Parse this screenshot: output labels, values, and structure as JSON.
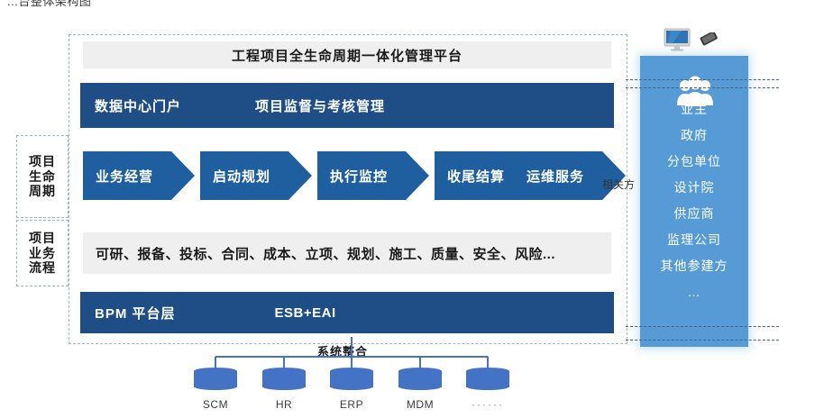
{
  "caption": "...台整体架构图",
  "platform": {
    "title": "工程项目全生命周期一体化管理平台",
    "portal_bar": {
      "left_label": "数据中心门户",
      "right_label": "项目监督与考核管理"
    },
    "side_labels": {
      "lifecycle": "项目生命周期",
      "process": "项目业务流程"
    },
    "lifecycle_stages": [
      {
        "label": "业务经营"
      },
      {
        "label": "启动规划"
      },
      {
        "label": "执行监控"
      },
      {
        "label": "收尾结算"
      },
      {
        "label": "运维服务"
      }
    ],
    "related_party_label": "相关方",
    "business_process": "可研、报备、投标、合同、成本、立项、规划、施工、质量、安全、风险...",
    "bpm_bar": {
      "left_label": "BPM  平台层",
      "right_label": "ESB+EAI"
    }
  },
  "stakeholders": {
    "icon": "people-icon",
    "devices": [
      "monitor-icon",
      "smartphone-icon"
    ],
    "items": [
      {
        "label": "业主"
      },
      {
        "label": "政府"
      },
      {
        "label": "分包单位"
      },
      {
        "label": "设计院"
      },
      {
        "label": "供应商"
      },
      {
        "label": "监理公司"
      },
      {
        "label": "其他参建方"
      },
      {
        "label": "…"
      }
    ]
  },
  "system_integration": {
    "label": "系统整合",
    "systems": [
      {
        "name": "SCM"
      },
      {
        "name": "HR"
      },
      {
        "name": "ERP"
      },
      {
        "name": "MDM"
      },
      {
        "name": "······"
      }
    ]
  },
  "colors": {
    "dark_blue": "#1F4E86",
    "chevron_blue": "#1F5FA0",
    "panel_blue": "#569BD5",
    "db_blue": "#4472C4",
    "grey_bar": "#efefef",
    "dash_border": "#9fb4cf"
  }
}
